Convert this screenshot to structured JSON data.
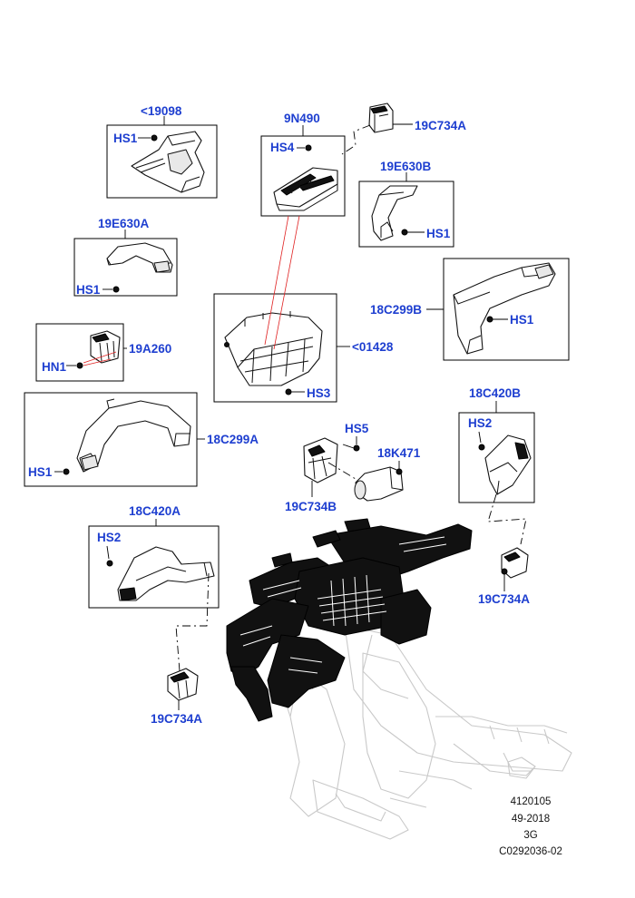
{
  "labels": {
    "top_19098": "<19098",
    "top_9n490": "9N490",
    "top_19c734a": "19C734A",
    "top_19e630b": "19E630B",
    "hs1_a": "HS1",
    "hs4": "HS4",
    "hs1_b": "HS1",
    "l_19e630a": "19E630A",
    "hs1_c": "HS1",
    "l_18c299b": "18C299B",
    "hs1_d": "HS1",
    "l_01428": "<01428",
    "hs3": "HS3",
    "l_19a260": "19A260",
    "hn1": "HN1",
    "l_18c420b": "18C420B",
    "hs2_a": "HS2",
    "hs5": "HS5",
    "l_18k471": "18K471",
    "l_18c299a": "18C299A",
    "hs1_e": "HS1",
    "l_19c734b": "19C734B",
    "l_18c420a": "18C420A",
    "hs2_b": "HS2",
    "l_19c734a_r": "19C734A",
    "l_19c734a_l": "19C734A"
  },
  "meta": {
    "line1": "4120105",
    "line2": "49-2018",
    "line3": "3G",
    "line4": "C0292036-02"
  }
}
